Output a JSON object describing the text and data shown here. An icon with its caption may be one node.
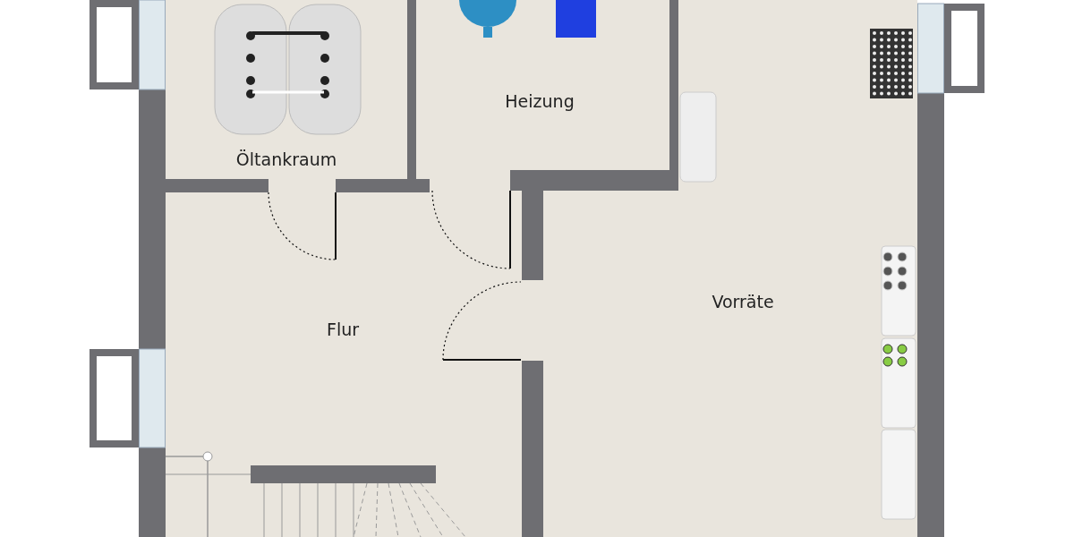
{
  "diagram": {
    "nodes": [
      {
        "text": [
          "Öltankraum"
        ]
      },
      {
        "text": [
          "Heizung"
        ]
      },
      {
        "text": [
          "Flur"
        ]
      },
      {
        "text": [
          "Vorräte"
        ]
      }
    ]
  }
}
